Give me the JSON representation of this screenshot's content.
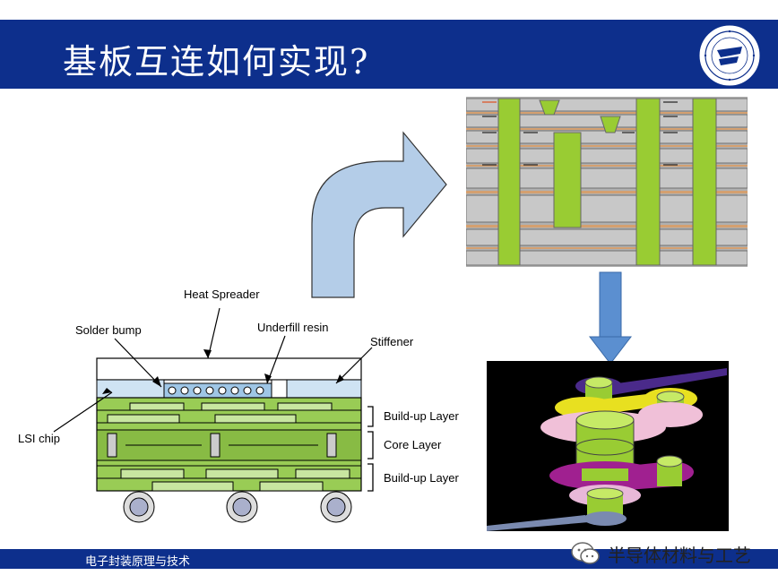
{
  "slide": {
    "title": "基板互连如何实现?",
    "footer": "电子封装原理与技术",
    "watermark": "半导体材料与工艺"
  },
  "cross_section": {
    "labels": {
      "heat_spreader": "Heat Spreader",
      "solder_bump": "Solder bump",
      "underfill": "Underfill resin",
      "stiffener": "Stiffener",
      "lsi_chip": "LSI chip",
      "buildup_top": "Build-up Layer",
      "core": "Core Layer",
      "buildup_bottom": "Build-up Layer"
    }
  },
  "colors": {
    "banner": "#0d2f8c",
    "via_green": "#99cc00",
    "arrow_fill": "#b4cde8",
    "down_arrow": "#5b8fd0"
  }
}
